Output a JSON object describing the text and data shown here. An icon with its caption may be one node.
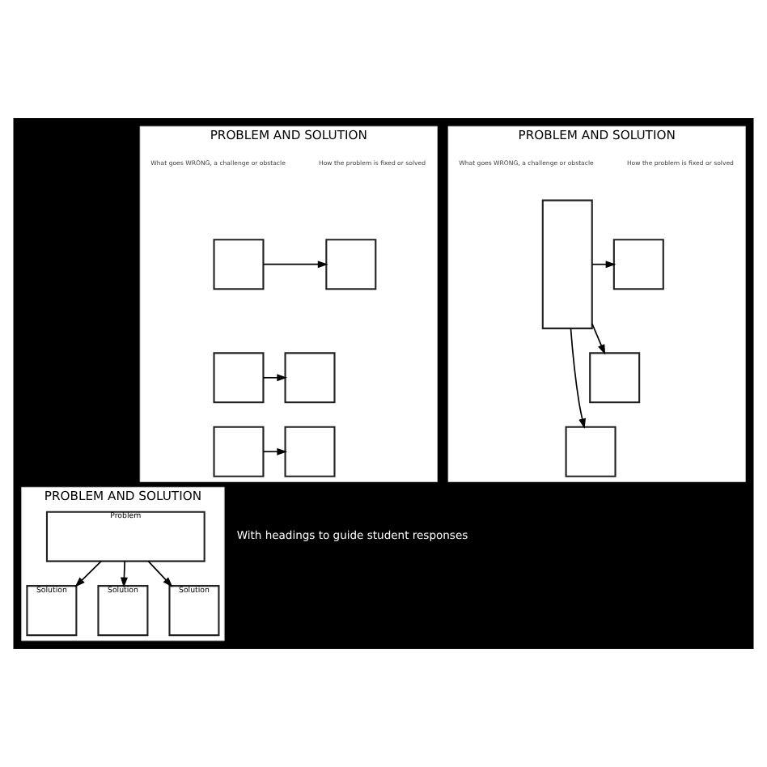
{
  "diagram": {
    "nodes": [
      {
        "text": [
          "PROBLEM AND SOLUTION"
        ]
      },
      {
        "text": [],
        "shape": "box",
        "in": 0
      },
      {
        "text": [],
        "shape": "box",
        "in": 0
      },
      {
        "text": [],
        "shape": "box",
        "in": 0
      },
      {
        "text": [],
        "shape": "box",
        "in": 0
      },
      {
        "text": [],
        "shape": "box",
        "in": 0
      },
      {
        "text": [],
        "shape": "box",
        "in": 0
      },
      {
        "text": [
          "PROBLEM AND SOLUTION"
        ]
      },
      {
        "text": [],
        "shape": "box",
        "in": 7
      },
      {
        "text": [],
        "shape": "box",
        "in": 7
      },
      {
        "text": [],
        "shape": "box",
        "in": 7
      },
      {
        "text": [],
        "shape": "box",
        "in": 7
      },
      {
        "text": [
          "PROBLEM AND SOLUTION"
        ]
      },
      {
        "text": [
          "Problem"
        ],
        "in": 12
      },
      {
        "text": [
          "Solution"
        ],
        "in": 12
      },
      {
        "text": [
          "Solution"
        ],
        "in": 12
      },
      {
        "text": [
          "Solution"
        ],
        "in": 12
      }
    ],
    "edges": [
      {
        "from": 1,
        "to": 2,
        "arrow": "to"
      },
      {
        "from": 3,
        "to": 4,
        "arrow": "to"
      },
      {
        "from": 5,
        "to": 6,
        "arrow": "to"
      },
      {
        "from": 8,
        "to": 9,
        "arrow": "to"
      },
      {
        "from": 8,
        "to": 10,
        "arrow": "to"
      },
      {
        "from": 8,
        "to": 11,
        "arrow": "to"
      },
      {
        "from": 13,
        "to": 14,
        "arrow": "to"
      },
      {
        "from": 13,
        "to": 15,
        "arrow": "to"
      },
      {
        "from": 13,
        "to": 16,
        "arrow": "to"
      }
    ],
    "labels": [
      "What goes WRONG, a challenge or obstacle",
      "How the problem is fixed or solved",
      "What goes WRONG, a challenge or obstacle",
      "How the problem is fixed or solved",
      "With headings to guide student responses"
    ]
  }
}
